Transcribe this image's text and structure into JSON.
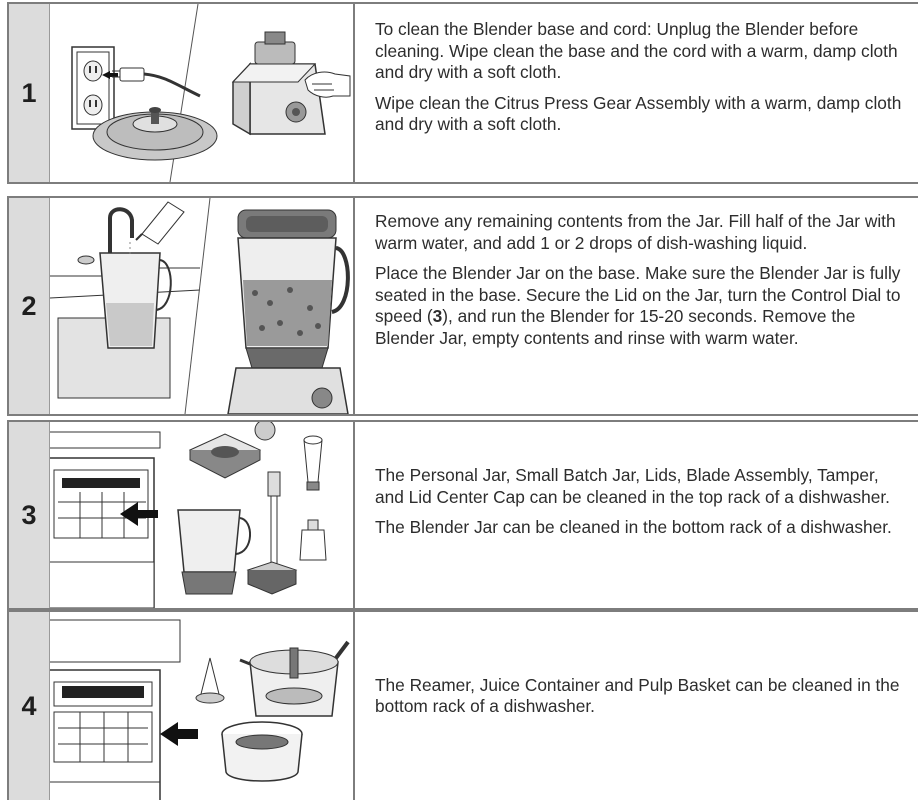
{
  "steps": [
    {
      "number": "1",
      "paragraphs": [
        "To clean the Blender base and cord: Unplug the Blender before cleaning. Wipe clean the base and the cord with a warm, damp cloth and dry with a soft cloth.",
        "Wipe clean the Citrus Press Gear Assembly with a warm, damp cloth and dry with a soft cloth."
      ]
    },
    {
      "number": "2",
      "paragraphs": [
        "Remove any remaining contents from the Jar. Fill half of the Jar with warm water, and add 1 or 2 drops of dish-washing liquid.",
        "Place the Blender Jar on the base. Make sure the Blender Jar is fully seated in the base. Secure the Lid on the Jar, turn the Control Dial to speed (",
        "3",
        "), and run the Blender for 15-20 seconds. Remove the Blender Jar, empty contents and rinse with warm water."
      ]
    },
    {
      "number": "3",
      "paragraphs": [
        "The Personal Jar, Small Batch Jar, Lids, Blade Assembly, Tamper, and Lid Center Cap can be cleaned in the top rack of a dishwasher.",
        "The Blender Jar can be cleaned in the bottom rack of a dishwasher."
      ]
    },
    {
      "number": "4",
      "paragraphs": [
        "The Reamer, Juice Container and Pulp Basket can be cleaned in the bottom rack of a dishwasher."
      ]
    }
  ],
  "colors": {
    "number_bg": "#dcdcdc",
    "border": "#7d7d7d",
    "text": "#2d2d2d",
    "illustration_fill": "#d9d9d9"
  }
}
